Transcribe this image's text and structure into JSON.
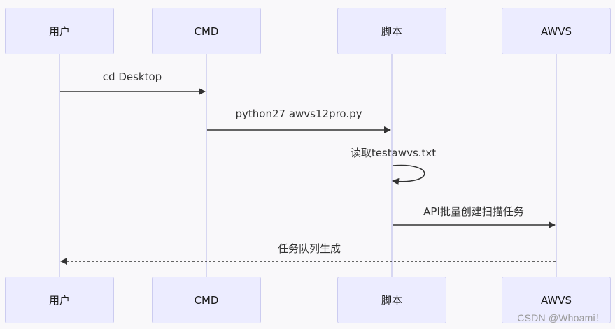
{
  "participants": [
    {
      "id": "user",
      "label": "用户"
    },
    {
      "id": "cmd",
      "label": "CMD"
    },
    {
      "id": "script",
      "label": "脚本"
    },
    {
      "id": "awvs",
      "label": "AWVS"
    }
  ],
  "messages": [
    {
      "from": "user",
      "to": "cmd",
      "text": "cd Desktop",
      "style": "solid"
    },
    {
      "from": "cmd",
      "to": "script",
      "text": "python27 awvs12pro.py",
      "style": "solid"
    },
    {
      "from": "script",
      "to": "script",
      "text": "读取testawvs.txt",
      "style": "self"
    },
    {
      "from": "script",
      "to": "awvs",
      "text": "API批量创建扫描任务",
      "style": "solid"
    },
    {
      "from": "awvs",
      "to": "user",
      "text": "任务队列生成",
      "style": "dashed"
    }
  ],
  "watermark": "CSDN @Whoami！",
  "colors": {
    "background": "#f9f8fa",
    "actor_fill": "#ececff",
    "actor_border": "#ccccf0",
    "lifeline": "#ccccf0",
    "arrow": "#333333"
  }
}
